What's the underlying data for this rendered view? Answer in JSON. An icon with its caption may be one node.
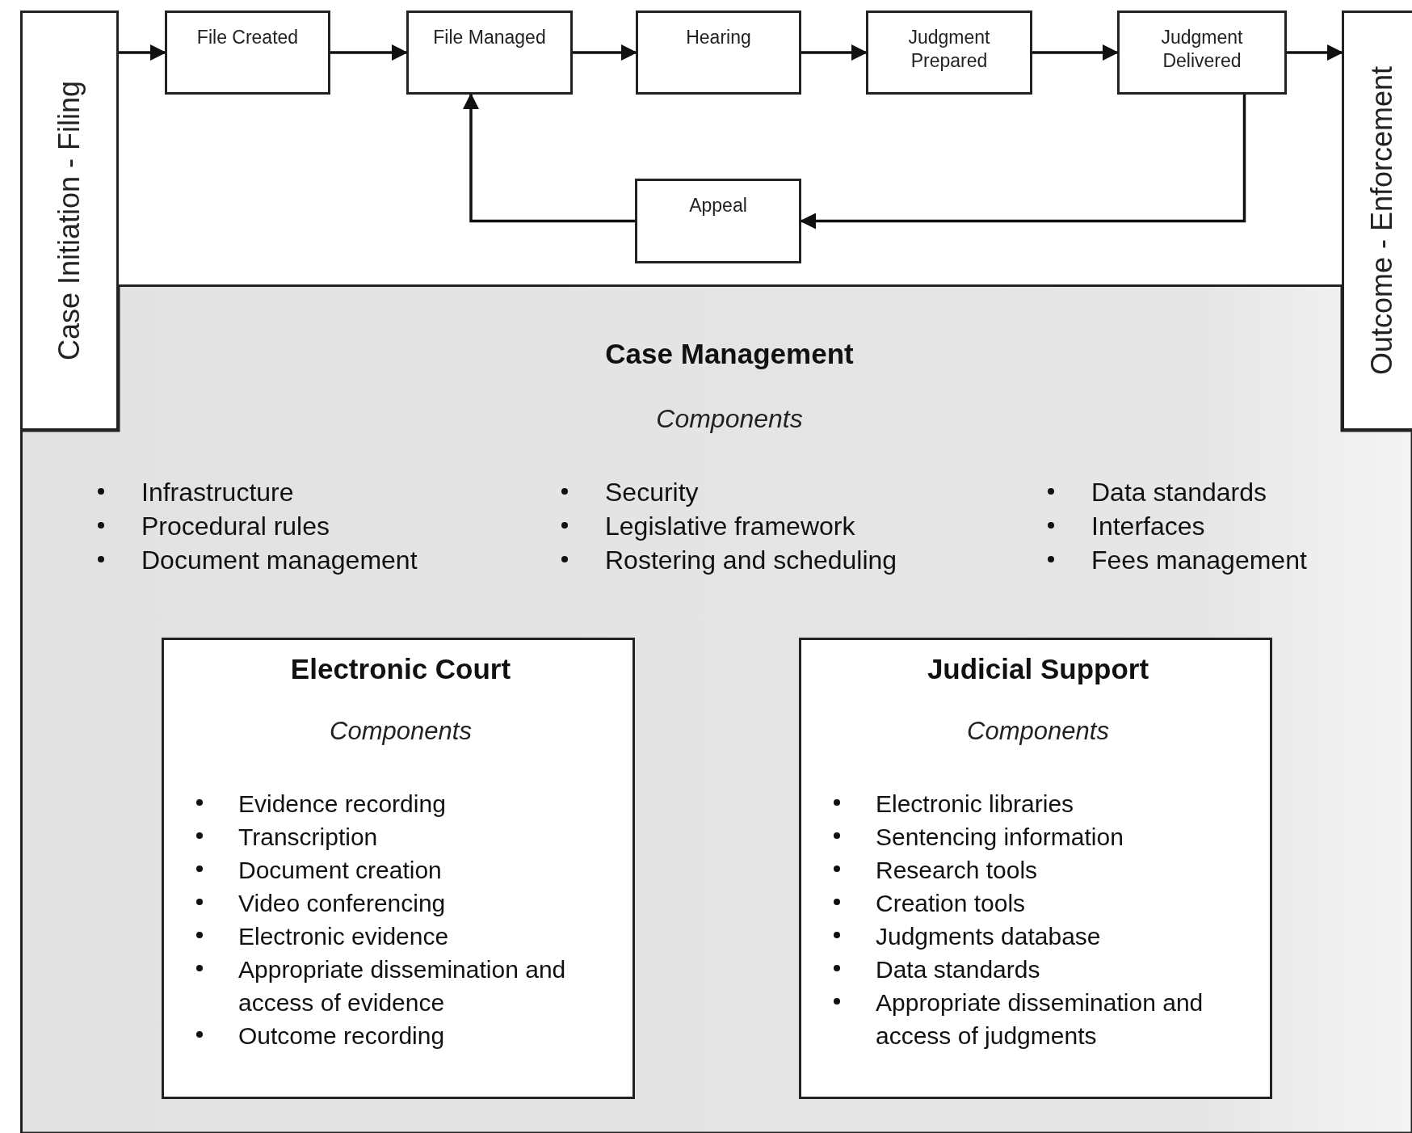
{
  "diagram": {
    "nodes": [
      {
        "text": [
          "Case Initiation - Filing"
        ]
      },
      {
        "text": [
          "File Created"
        ]
      },
      {
        "text": [
          "File Managed"
        ]
      },
      {
        "text": [
          "Hearing"
        ]
      },
      {
        "text": [
          "Judgment Prepared"
        ]
      },
      {
        "text": [
          "Judgment Delivered"
        ]
      },
      {
        "text": [
          "Outcome - Enforcement"
        ]
      },
      {
        "text": [
          "Appeal"
        ]
      },
      {
        "text": [
          "Case Management",
          "Components",
          "Infrastructure",
          "Procedural rules",
          "Document management",
          "Security",
          "Legislative framework",
          "Rostering and scheduling",
          "Data standards",
          "Interfaces",
          "Fees management"
        ]
      },
      {
        "text": [
          "Electronic Court",
          "Components",
          "Evidence recording",
          "Transcription",
          "Document creation",
          "Video conferencing",
          "Electronic evidence",
          "Appropriate dissemination and access of evidence",
          "Outcome recording"
        ],
        "in": 8
      },
      {
        "text": [
          "Judicial Support",
          "Components",
          "Electronic libraries",
          "Sentencing information",
          "Research tools",
          "Creation tools",
          "Judgments database",
          "Data standards",
          "Appropriate dissemination and access of judgments"
        ],
        "in": 8
      }
    ],
    "edges": [
      {
        "from": 0,
        "to": 1,
        "arrow": "to"
      },
      {
        "from": 1,
        "to": 2,
        "arrow": "to"
      },
      {
        "from": 2,
        "to": 3,
        "arrow": "to"
      },
      {
        "from": 3,
        "to": 4,
        "arrow": "to"
      },
      {
        "from": 4,
        "to": 5,
        "arrow": "to"
      },
      {
        "from": 5,
        "to": 6,
        "arrow": "to"
      },
      {
        "from": 5,
        "to": 7,
        "arrow": "to"
      },
      {
        "from": 7,
        "to": 2,
        "arrow": "to"
      }
    ]
  }
}
